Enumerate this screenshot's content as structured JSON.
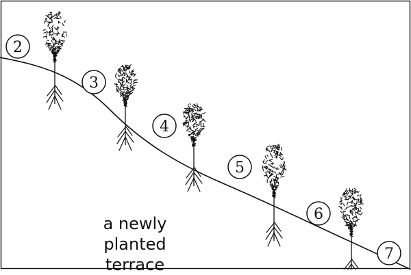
{
  "caption": {
    "line1": "a newly",
    "line2": "planted terrace"
  },
  "plants": [
    {
      "label": "2"
    },
    {
      "label": "3"
    },
    {
      "label": "4"
    },
    {
      "label": "5"
    },
    {
      "label": "6"
    },
    {
      "label": "7"
    }
  ],
  "colors": {
    "ink": "#111111",
    "background": "#ffffff"
  }
}
